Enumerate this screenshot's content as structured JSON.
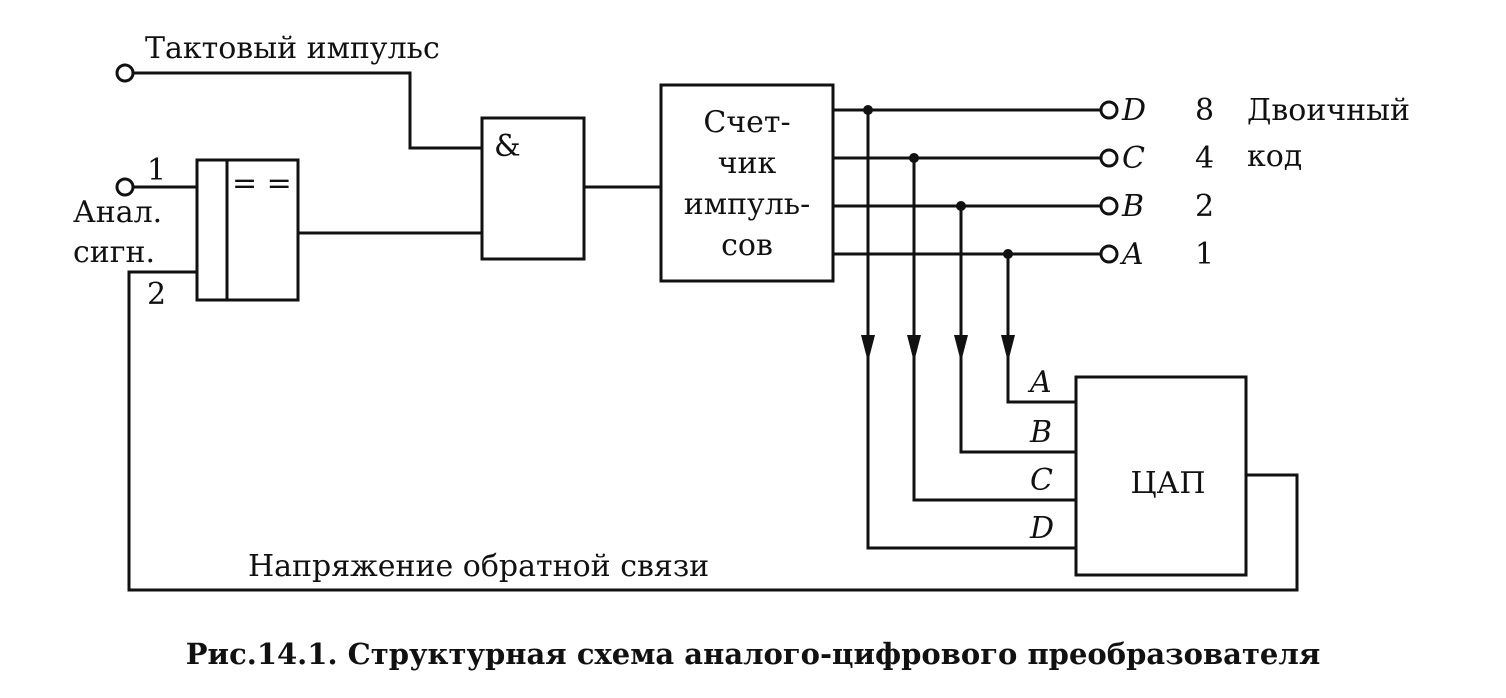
{
  "labels": {
    "clock_input": "Тактовый импульс",
    "analog_in_pin1": "1",
    "analog_in_pin2": "2",
    "analog_line1": "Анал.",
    "analog_line2": "сигн.",
    "comparator_symbol": "= =",
    "and_gate": "&",
    "counter_line1": "Счет-",
    "counter_line2": "чик",
    "counter_line3": "импуль-",
    "counter_line4": "сов",
    "dac": "ЦАП",
    "feedback": "Напряжение обратной связи",
    "binary_line1": "Двоичный",
    "binary_line2": "код"
  },
  "outputs": [
    {
      "bit": "D",
      "weight": "8"
    },
    {
      "bit": "C",
      "weight": "4"
    },
    {
      "bit": "B",
      "weight": "2"
    },
    {
      "bit": "A",
      "weight": "1"
    }
  ],
  "dac_inputs": [
    "A",
    "B",
    "C",
    "D"
  ],
  "caption": "Рис.14.1. Структурная схема аналого-цифрового преобразователя"
}
